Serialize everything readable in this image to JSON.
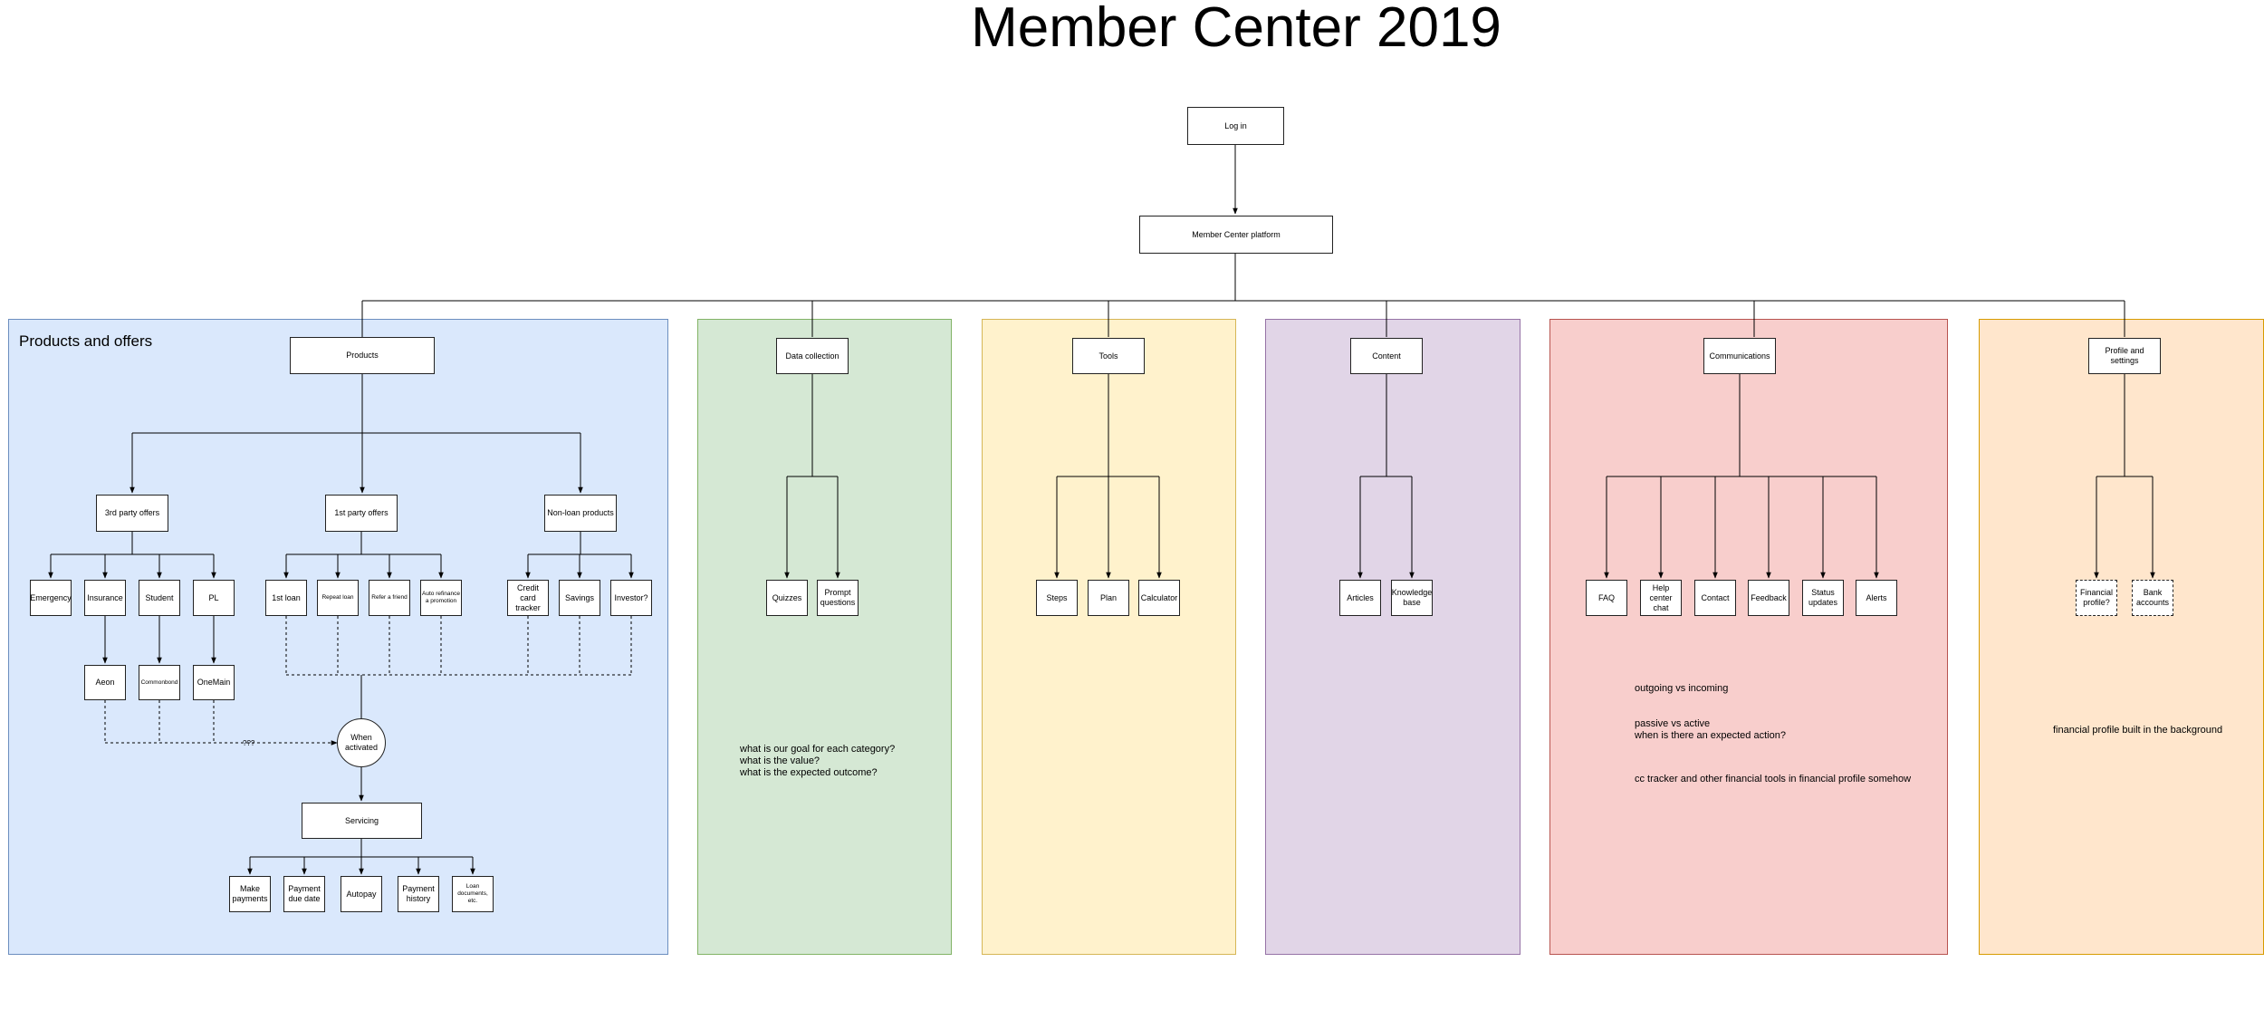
{
  "title": "Member Center 2019",
  "colors": {
    "products": {
      "fill": "#dae8fc",
      "stroke": "#6c8ebf"
    },
    "data_collection": {
      "fill": "#d5e8d4",
      "stroke": "#82b366"
    },
    "tools": {
      "fill": "#fff2cc",
      "stroke": "#d6b656"
    },
    "content": {
      "fill": "#e1d5e7",
      "stroke": "#9673a6"
    },
    "communications": {
      "fill": "#f8cecc",
      "stroke": "#b85450"
    },
    "profile": {
      "fill": "#ffe6cc",
      "stroke": "#d79b00"
    }
  },
  "panels": {
    "products_title": "Products and offers"
  },
  "nodes": {
    "login": "Log in",
    "platform": "Member Center platform",
    "products": "Products",
    "third_party": "3rd party offers",
    "first_party": "1st party offers",
    "non_loan": "Non-loan products",
    "emergency": "Emergency",
    "insurance": "Insurance",
    "student": "Student",
    "pl": "PL",
    "first_loan": "1st loan",
    "repeat_loan": "Repeat loan",
    "refer_friend": "Refer a friend",
    "auto_refinance": "Auto refinance\na promotion",
    "cc_tracker": "Credit card\ntracker",
    "savings": "Savings",
    "investor": "Investor?",
    "aeon": "Aeon",
    "commonbond": "Commonbond",
    "onemain": "OneMain",
    "when_activated": "When\nactivated",
    "servicing": "Servicing",
    "make_payments": "Make\npayments",
    "payment_due": "Payment\ndue date",
    "autopay": "Autopay",
    "payment_history": "Payment\nhistory",
    "loan_documents": "Loan\ndocuments,\netc.",
    "data_collection": "Data collection",
    "quizzes": "Quizzes",
    "prompt_questions": "Prompt\nquestions",
    "tools": "Tools",
    "steps": "Steps",
    "plan": "Plan",
    "calculator": "Calculator",
    "content": "Content",
    "articles": "Articles",
    "knowledge_base": "Knowledge\nbase",
    "communications": "Communications",
    "faq": "FAQ",
    "help_chat": "Help\ncenter chat",
    "contact": "Contact",
    "feedback": "Feedback",
    "status_updates": "Status\nupdates",
    "alerts": "Alerts",
    "profile_settings": "Profile and settings",
    "financial_profile": "Financial\nprofile?",
    "bank_accounts": "Bank\naccounts"
  },
  "edge_label": "???",
  "notes": {
    "data_collection": "what is our goal for each category?\nwhat is the value?\nwhat is the expected outcome?",
    "comm_1": "outgoing vs incoming",
    "comm_2": "passive vs active\nwhen is there an expected action?",
    "comm_3": "cc tracker and other financial tools in financial profile somehow",
    "profile": "financial profile built in the background"
  }
}
